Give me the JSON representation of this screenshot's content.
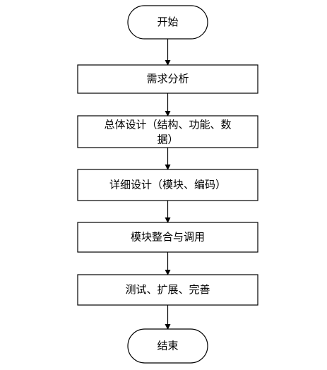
{
  "flowchart": {
    "start_label": "开始",
    "steps": [
      {
        "lines": [
          "需求分析"
        ]
      },
      {
        "lines": [
          "总体设计（结构、功能、数",
          "据）"
        ]
      },
      {
        "lines": [
          "详细设计（模块、编码）"
        ]
      },
      {
        "lines": [
          "模块整合与调用"
        ]
      },
      {
        "lines": [
          "测试、扩展、完善"
        ]
      }
    ],
    "end_label": "结束"
  },
  "colors": {
    "stroke": "#000000",
    "fill": "#ffffff",
    "text": "#000000"
  }
}
